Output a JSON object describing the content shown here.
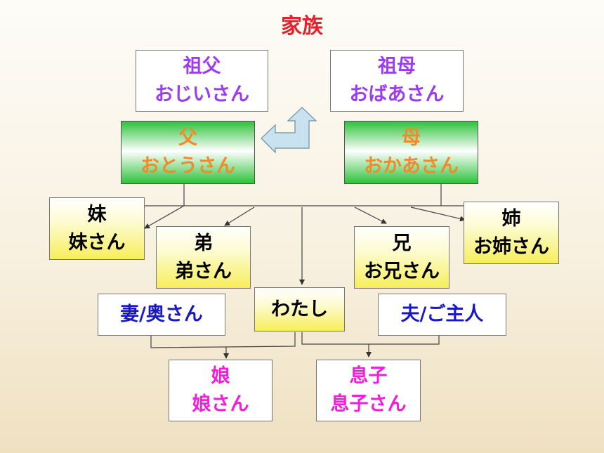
{
  "title": "家族",
  "nodes": {
    "grandfather": {
      "line1": "祖父",
      "line2": "おじいさん"
    },
    "grandmother": {
      "line1": "祖母",
      "line2": "おばあさん"
    },
    "father": {
      "line1": "父",
      "line2": "おとうさん"
    },
    "mother": {
      "line1": "母",
      "line2": "おかあさん"
    },
    "younger_sister": {
      "line1": "妹",
      "line2": "妹さん"
    },
    "younger_brother": {
      "line1": "弟",
      "line2": "弟さん"
    },
    "older_brother": {
      "line1": "兄",
      "line2": "お兄さん"
    },
    "older_sister": {
      "line1": "姉",
      "line2": "お姉さん"
    },
    "wife": {
      "line1": "妻/奥さん"
    },
    "me": {
      "line1": "わたし"
    },
    "husband": {
      "line1": "夫/ご主人"
    },
    "daughter": {
      "line1": "娘",
      "line2": "娘さん"
    },
    "son": {
      "line1": "息子",
      "line2": "息子さん"
    }
  },
  "colors": {
    "title": "#e8202a",
    "grandparents_text": "#9b3cf0",
    "parents_text": "#f08a2a",
    "siblings_text": "#000000",
    "spouse_text": "#1818c8",
    "children_text": "#f21edb",
    "parents_fill": "#2ec23a",
    "siblings_fill": "#f7ee5a",
    "arrow_fill": "#c8e2f0"
  }
}
